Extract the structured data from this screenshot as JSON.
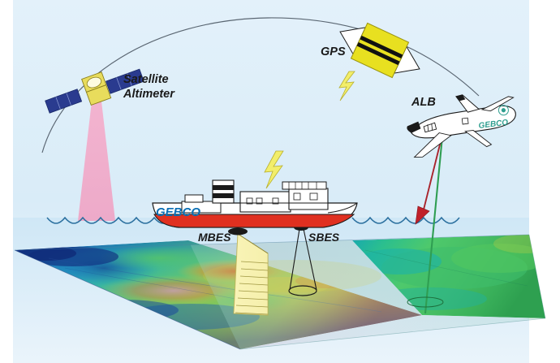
{
  "figure": {
    "title": "Ocean depth measurement techniques diagram",
    "background_color": "#e0f0f9",
    "margin_color": "#ffffff"
  },
  "labels": {
    "satellite_altimeter_line1": "Satellite",
    "satellite_altimeter_line2": "Altimeter",
    "gps": "GPS",
    "alb": "ALB",
    "mbes": "MBES",
    "sbes": "SBES"
  },
  "branding": {
    "ship_logo": "GEBCO",
    "aircraft_logo": "GEBCO",
    "logo_color": "#0a6fb5",
    "aircraft_logo_color": "#2e9e8f"
  },
  "elements": {
    "orbit_arc": "satellite-orbit-arc",
    "altimeter_beam_color": "#f0a8c8",
    "gps_signal_bolt": "lightning-bolt",
    "bolt_color": "#f2ee6a",
    "alb_ir_beam_color": "#c0202a",
    "alb_green_beam_color": "#2f9e52",
    "water_line_color": "#2a6f9e",
    "ship_hull_color": "#e03020",
    "mbes_swath_color": "#f5f0a8",
    "sbes_beam_color": "#1a1a1a"
  },
  "seafloor": {
    "name": "bathymetry-surface",
    "colormap": [
      "#1c2f8f",
      "#1450b8",
      "#1898c8",
      "#28bfb0",
      "#58c878",
      "#9ed050",
      "#d8d040",
      "#f0b030",
      "#e86020",
      "#d03018",
      "#e07ab0"
    ],
    "description": "3-D bathymetric terrain panel, deep blue to red shallow"
  },
  "colors": {
    "sky_top": "#e3f1fa",
    "sky_bottom": "#cde6f5",
    "satellite_body": "#e8dc5c",
    "satellite_panel": "#2a3b8f",
    "gps_body": "#e8e020",
    "gps_band": "#111111",
    "aircraft_body": "#ffffff",
    "aircraft_outline": "#1a1a1a"
  }
}
